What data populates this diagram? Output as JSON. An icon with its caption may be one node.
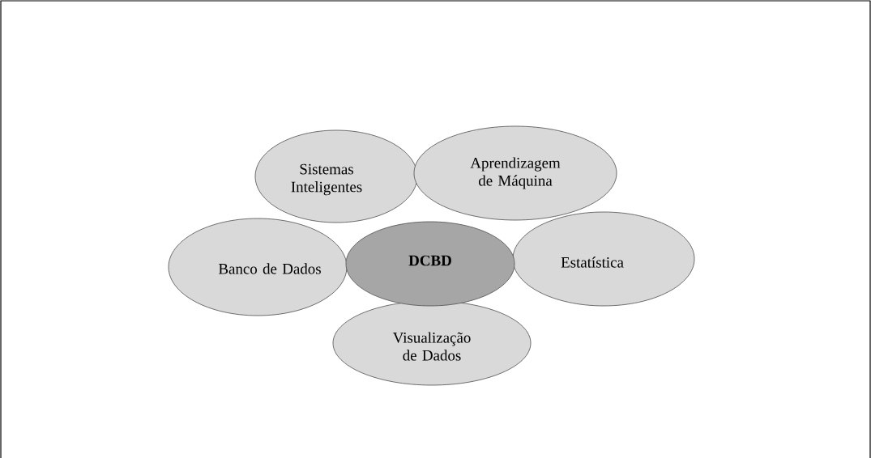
{
  "diagram": {
    "nodes": [
      {
        "text": [
          "Sistemas Inteligentes"
        ]
      },
      {
        "text": [
          "Aprendizagem de Máquina"
        ]
      },
      {
        "text": [
          "Banco de Dados"
        ]
      },
      {
        "text": [
          "Estatística"
        ]
      },
      {
        "text": [
          "Visualização de Dados"
        ]
      },
      {
        "text": [
          "DCBD"
        ]
      }
    ]
  }
}
